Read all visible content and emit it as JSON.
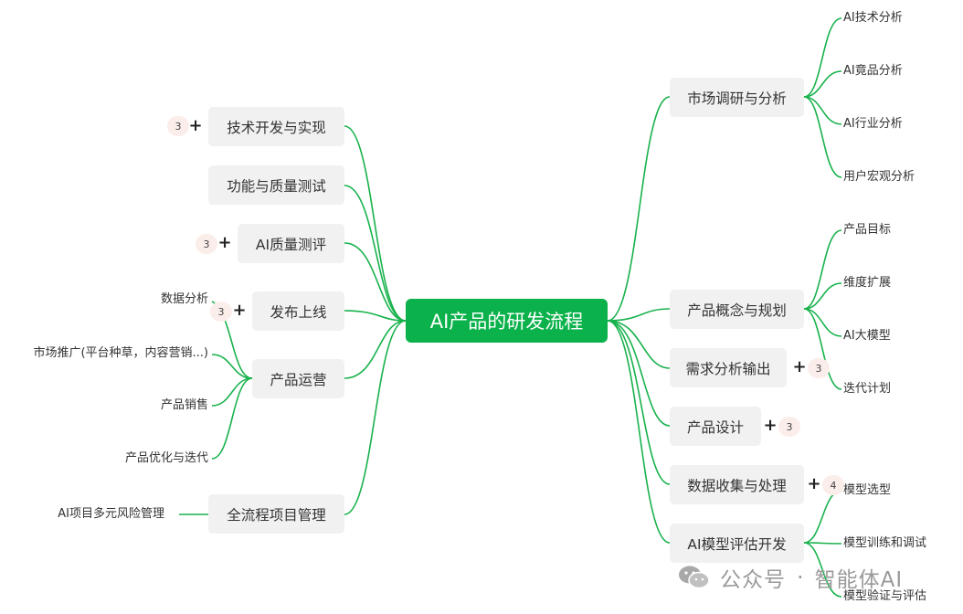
{
  "root": {
    "label": "AI产品的研发流程"
  },
  "colors": {
    "accent": "#0bb24b",
    "line": "#18b24c",
    "node_bg": "#f1f1f1",
    "count_bg": "#fbeeea"
  },
  "left_nodes": [
    {
      "id": "tech",
      "label": "技术开发与实现",
      "count": "3"
    },
    {
      "id": "func",
      "label": "功能与质量测试"
    },
    {
      "id": "aiq",
      "label": "AI质量测评",
      "count": "3"
    },
    {
      "id": "release",
      "label": "发布上线",
      "count": "3"
    },
    {
      "id": "ops",
      "label": "产品运营",
      "children": [
        "数据分析",
        "市场推广(平台种草，内容营销...)",
        "产品销售",
        "产品优化与迭代"
      ]
    },
    {
      "id": "pm",
      "label": "全流程项目管理",
      "children": [
        "AI项目多元风险管理"
      ]
    }
  ],
  "right_nodes": [
    {
      "id": "market",
      "label": "市场调研与分析",
      "children": [
        "AI技术分析",
        "AI竟品分析",
        "AI行业分析",
        "用户宏观分析"
      ]
    },
    {
      "id": "concept",
      "label": "产品概念与规划",
      "children": [
        "产品目标",
        "维度扩展",
        "AI大模型",
        "迭代计划"
      ]
    },
    {
      "id": "req",
      "label": "需求分析输出",
      "count": "3"
    },
    {
      "id": "design",
      "label": "产品设计",
      "count": "3"
    },
    {
      "id": "data",
      "label": "数据收集与处理",
      "count": "4"
    },
    {
      "id": "model",
      "label": "AI模型评估开发",
      "children": [
        "模型选型",
        "模型训练和调试",
        "模型验证与评估"
      ]
    }
  ],
  "watermark": {
    "prefix": "公众号",
    "separator": "·",
    "name": "智能体AI"
  },
  "icons": {
    "expand": "plus-icon",
    "watermark": "wechat-icon"
  }
}
